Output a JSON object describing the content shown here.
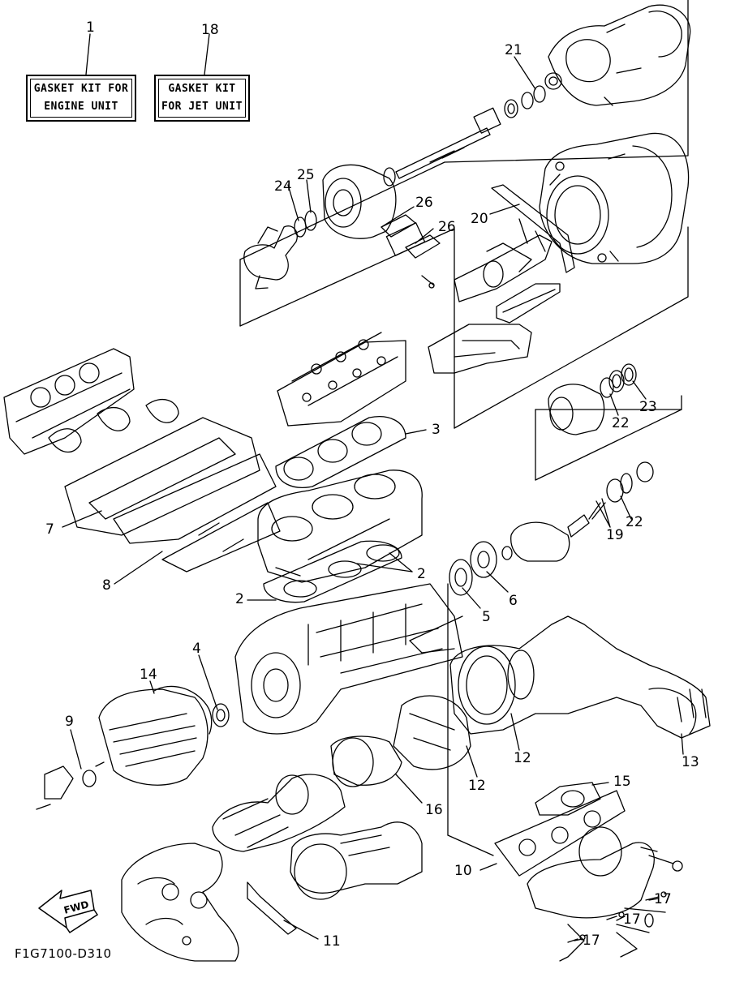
{
  "diagram": {
    "code": "F1G7100-D310",
    "fwd_label": "FWD",
    "kits": [
      {
        "number": "1",
        "line1": "GASKET KIT FOR",
        "line2": "ENGINE UNIT"
      },
      {
        "number": "18",
        "line1": "GASKET KIT",
        "line2": "FOR JET UNIT"
      }
    ],
    "callouts": [
      "21",
      "24",
      "25",
      "26",
      "26",
      "20",
      "3",
      "23",
      "22",
      "7",
      "19",
      "22",
      "2",
      "8",
      "2",
      "5",
      "6",
      "4",
      "14",
      "9",
      "12",
      "13",
      "12",
      "16",
      "15",
      "10",
      "17",
      "17",
      "17",
      "11"
    ]
  }
}
